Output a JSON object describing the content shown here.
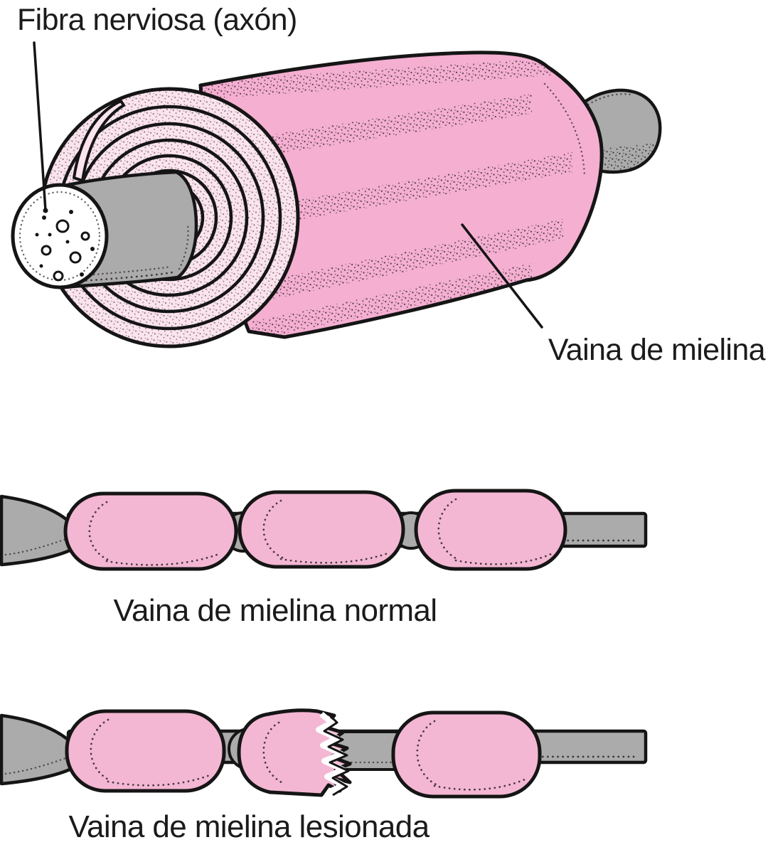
{
  "figure": {
    "labels": {
      "axon_fiber": "Fibra nerviosa (axón)",
      "myelin_sheath": "Vaina de mielina",
      "normal_caption": "Vaina de mielina normal",
      "damaged_caption": "Vaina de mielina lesionada"
    },
    "colors": {
      "background": "#ffffff",
      "myelin_pink": "#f4afd1",
      "myelin_light": "#fbe4ee",
      "capsule_pink": "#f3b7d3",
      "axon_gray": "#ababab",
      "outline": "#151515",
      "stipple": "#2a1f26",
      "text": "#1b1b1b"
    }
  }
}
